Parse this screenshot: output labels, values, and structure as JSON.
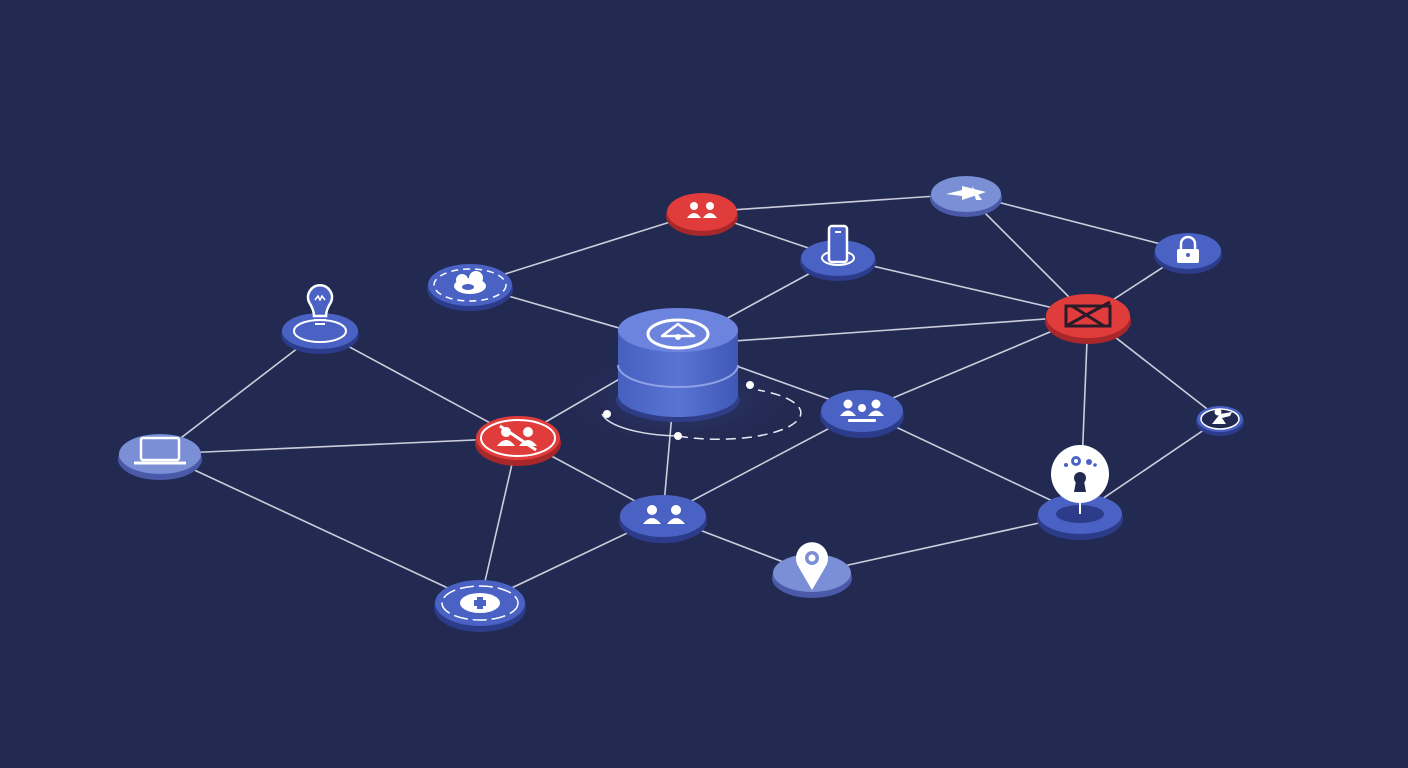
{
  "colors": {
    "background": "#232a52",
    "node_blue": "#4a62c4",
    "node_blue_light": "#7b8fd6",
    "node_red": "#e03c3c",
    "line": "#e8ebf5",
    "icon_white": "#ffffff"
  },
  "nodes": [
    {
      "id": "database",
      "icon": "database-cylinder-icon",
      "kind": "hub"
    },
    {
      "id": "team-red",
      "icon": "users-icon",
      "kind": "red"
    },
    {
      "id": "cloud",
      "icon": "cloud-icon",
      "kind": "blue-dashed"
    },
    {
      "id": "mobile-device",
      "icon": "smartphone-icon",
      "kind": "blue"
    },
    {
      "id": "send",
      "icon": "paper-plane-icon",
      "kind": "light"
    },
    {
      "id": "lock",
      "icon": "padlock-icon",
      "kind": "blue"
    },
    {
      "id": "blocked",
      "icon": "x-mark-icon",
      "kind": "red"
    },
    {
      "id": "idea",
      "icon": "lightbulb-icon",
      "kind": "blue-ring"
    },
    {
      "id": "no-access",
      "icon": "user-blocked-icon",
      "kind": "red"
    },
    {
      "id": "laptop",
      "icon": "laptop-icon",
      "kind": "light"
    },
    {
      "id": "group-meeting",
      "icon": "group-icon",
      "kind": "blue"
    },
    {
      "id": "users",
      "icon": "users-icon",
      "kind": "blue"
    },
    {
      "id": "location",
      "icon": "map-pin-icon",
      "kind": "light"
    },
    {
      "id": "security-key",
      "icon": "keyhole-icon",
      "kind": "blue-white"
    },
    {
      "id": "support",
      "icon": "wrench-icon",
      "kind": "blue-ring"
    },
    {
      "id": "medical",
      "icon": "plus-icon",
      "kind": "blue-dashed"
    }
  ],
  "edges": [
    [
      "team-red",
      "cloud"
    ],
    [
      "team-red",
      "mobile-device"
    ],
    [
      "team-red",
      "send"
    ],
    [
      "send",
      "lock"
    ],
    [
      "send",
      "blocked"
    ],
    [
      "lock",
      "blocked"
    ],
    [
      "mobile-device",
      "blocked"
    ],
    [
      "mobile-device",
      "database"
    ],
    [
      "cloud",
      "database"
    ],
    [
      "database",
      "blocked"
    ],
    [
      "database",
      "no-access"
    ],
    [
      "database",
      "users"
    ],
    [
      "database",
      "group-meeting"
    ],
    [
      "blocked",
      "group-meeting"
    ],
    [
      "blocked",
      "support"
    ],
    [
      "blocked",
      "security-key"
    ],
    [
      "support",
      "security-key"
    ],
    [
      "group-meeting",
      "users"
    ],
    [
      "group-meeting",
      "security-key"
    ],
    [
      "idea",
      "laptop"
    ],
    [
      "idea",
      "no-access"
    ],
    [
      "laptop",
      "no-access"
    ],
    [
      "laptop",
      "medical"
    ],
    [
      "no-access",
      "medical"
    ],
    [
      "no-access",
      "users"
    ],
    [
      "users",
      "medical"
    ],
    [
      "users",
      "location"
    ],
    [
      "location",
      "security-key"
    ]
  ]
}
